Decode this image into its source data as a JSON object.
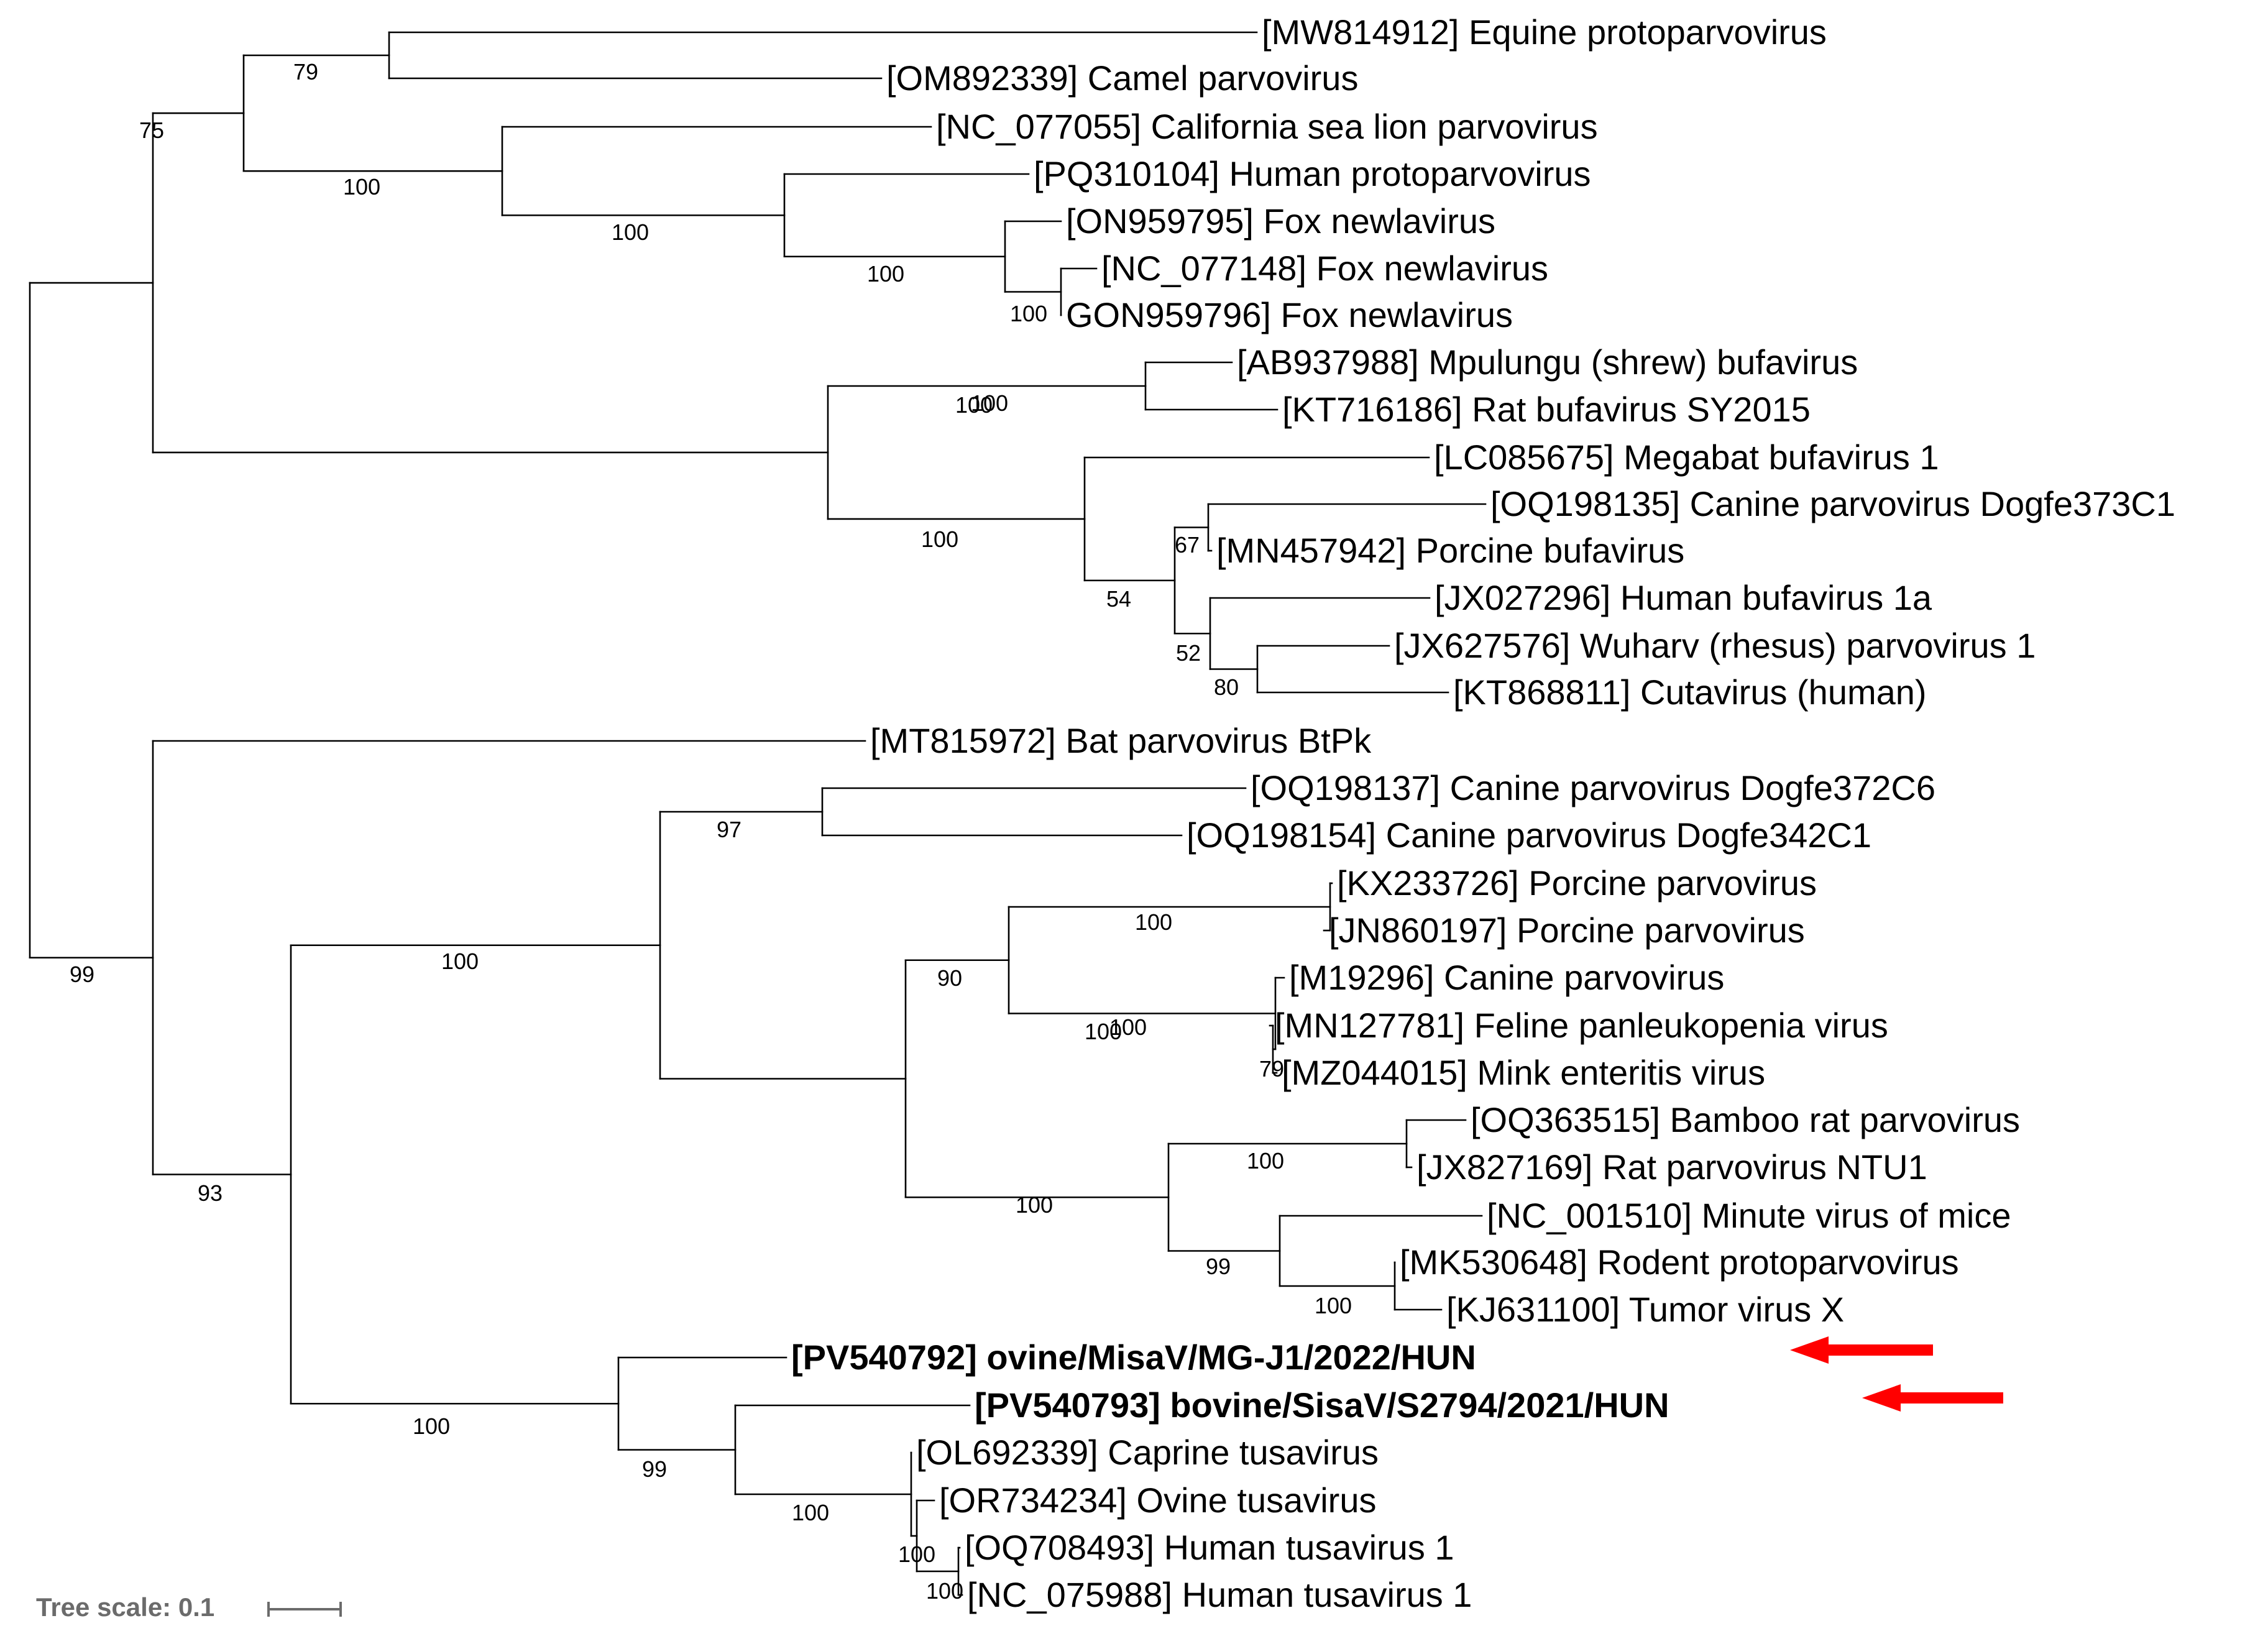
{
  "tree_scale": {
    "label": "Tree scale: 0.1"
  },
  "leaves": [
    {
      "id": "L1",
      "label": "[MW814912] Equine protoparvovirus",
      "bold": false
    },
    {
      "id": "L2",
      "label": "[OM892339] Camel parvovirus",
      "bold": false
    },
    {
      "id": "L3",
      "label": "[NC_077055] California sea lion parvovirus",
      "bold": false
    },
    {
      "id": "L4",
      "label": "[PQ310104] Human protoparvovirus",
      "bold": false
    },
    {
      "id": "L5",
      "label": "[ON959795] Fox newlavirus",
      "bold": false
    },
    {
      "id": "L6",
      "label": "[NC_077148] Fox newlavirus",
      "bold": false
    },
    {
      "id": "L7",
      "label": "GON959796] Fox newlavirus",
      "bold": false
    },
    {
      "id": "L8",
      "label": "[AB937988] Mpulungu (shrew) bufavirus",
      "bold": false
    },
    {
      "id": "L9",
      "label": "[KT716186] Rat bufavirus SY2015",
      "bold": false
    },
    {
      "id": "L10",
      "label": "[LC085675] Megabat bufavirus 1",
      "bold": false
    },
    {
      "id": "L11",
      "label": "[OQ198135] Canine parvovirus Dogfe373C1",
      "bold": false
    },
    {
      "id": "L12",
      "label": "[MN457942] Porcine bufavirus",
      "bold": false
    },
    {
      "id": "L13",
      "label": "[JX027296] Human bufavirus 1a",
      "bold": false
    },
    {
      "id": "L14",
      "label": "[JX627576] Wuharv (rhesus) parvovirus 1",
      "bold": false
    },
    {
      "id": "L15",
      "label": "[KT868811] Cutavirus (human)",
      "bold": false
    },
    {
      "id": "L16",
      "label": "[MT815972] Bat parvovirus BtPk",
      "bold": false
    },
    {
      "id": "L17",
      "label": "[OQ198137] Canine parvovirus Dogfe372C6",
      "bold": false
    },
    {
      "id": "L18",
      "label": "[OQ198154] Canine parvovirus Dogfe342C1",
      "bold": false
    },
    {
      "id": "L19",
      "label": "[KX233726] Porcine parvovirus",
      "bold": false
    },
    {
      "id": "L20",
      "label": "[JN860197] Porcine parvovirus",
      "bold": false
    },
    {
      "id": "L21",
      "label": "[M19296] Canine parvovirus",
      "bold": false
    },
    {
      "id": "L22",
      "label": "[MN127781] Feline panleukopenia virus",
      "bold": false
    },
    {
      "id": "L23",
      "label": "[MZ044015] Mink enteritis virus",
      "bold": false
    },
    {
      "id": "L24",
      "label": "[OQ363515] Bamboo rat parvovirus",
      "bold": false
    },
    {
      "id": "L25",
      "label": "[JX827169] Rat parvovirus NTU1",
      "bold": false
    },
    {
      "id": "L26",
      "label": "[NC_001510] Minute virus of mice",
      "bold": false
    },
    {
      "id": "L27",
      "label": "[MK530648] Rodent protoparvovirus",
      "bold": false
    },
    {
      "id": "L28",
      "label": "[KJ631100] Tumor virus X",
      "bold": false
    },
    {
      "id": "L29",
      "label": "[PV540792] ovine/MisaV/MG-J1/2022/HUN",
      "bold": true
    },
    {
      "id": "L30",
      "label": "[PV540793] bovine/SisaV/S2794/2021/HUN",
      "bold": true
    },
    {
      "id": "L31",
      "label": "[OL692339] Caprine tusavirus",
      "bold": false
    },
    {
      "id": "L32",
      "label": "[OR734234] Ovine tusavirus",
      "bold": false
    },
    {
      "id": "L33",
      "label": "[OQ708493] Human tusavirus 1",
      "bold": false
    },
    {
      "id": "L34",
      "label": "[NC_075988] Human tusavirus 1",
      "bold": false
    }
  ],
  "support_values": [
    {
      "node": "N_equine_camel",
      "value": "79"
    },
    {
      "node": "N_proto_top",
      "value": "75"
    },
    {
      "node": "N_sealion",
      "value": "100"
    },
    {
      "node": "N_humanproto",
      "value": "100"
    },
    {
      "node": "N_fox",
      "value": "100"
    },
    {
      "node": "N_fox_pair",
      "value": "100"
    },
    {
      "node": "N_bufa",
      "value": "100"
    },
    {
      "node": "N_shrew_rat",
      "value": "100"
    },
    {
      "node": "N_bufa_sub",
      "value": "100"
    },
    {
      "node": "N_canine_porcine",
      "value": "67"
    },
    {
      "node": "N_54",
      "value": "54"
    },
    {
      "node": "N_52",
      "value": "52"
    },
    {
      "node": "N_80",
      "value": "80"
    },
    {
      "node": "N_root",
      "value": "99"
    },
    {
      "node": "N_lower",
      "value": "93"
    },
    {
      "node": "N_lower_main",
      "value": "100"
    },
    {
      "node": "N_dogfe",
      "value": "97"
    },
    {
      "node": "N_protoB",
      "value": "100"
    },
    {
      "node": "N_90",
      "value": "90"
    },
    {
      "node": "N_porcine_pair",
      "value": "100"
    },
    {
      "node": "N_fpv",
      "value": "100"
    },
    {
      "node": "N_79b",
      "value": "79"
    },
    {
      "node": "N_rodent",
      "value": "100"
    },
    {
      "node": "N_bamboo",
      "value": "100"
    },
    {
      "node": "N_99b",
      "value": "99"
    },
    {
      "node": "N_tumor",
      "value": "100"
    },
    {
      "node": "N_tusa",
      "value": "100"
    },
    {
      "node": "N_tusa99",
      "value": "99"
    },
    {
      "node": "N_tusa_inner",
      "value": "100"
    },
    {
      "node": "N_tusa_100a",
      "value": "100"
    },
    {
      "node": "N_tusa_100b",
      "value": "100"
    }
  ],
  "highlight_arrows": [
    {
      "target": "L29",
      "color": "#ff0000"
    },
    {
      "target": "L30",
      "color": "#ff0000"
    }
  ]
}
